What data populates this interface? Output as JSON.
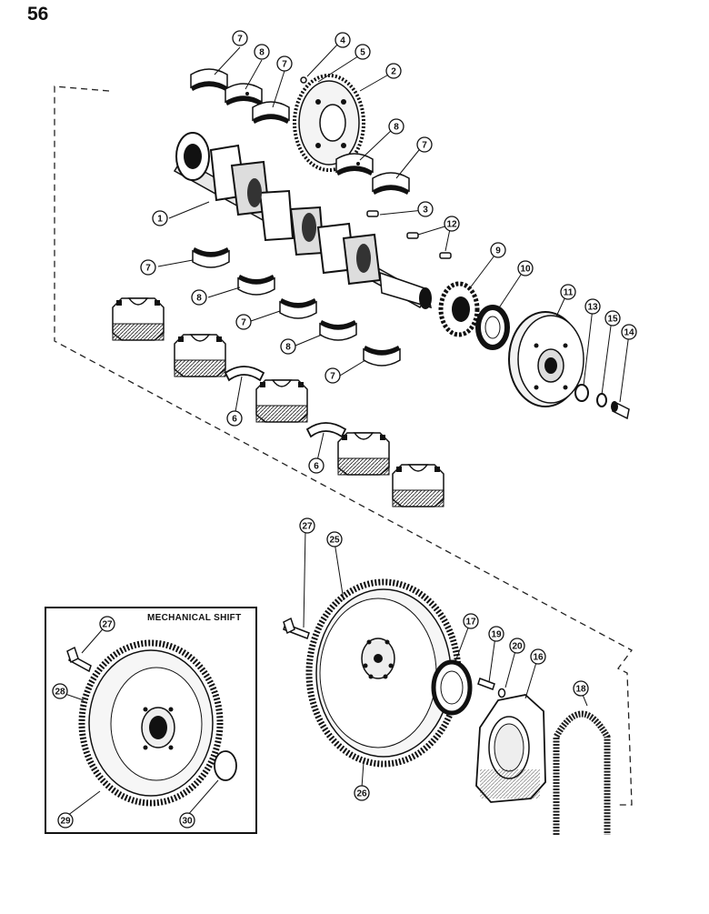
{
  "page": {
    "number": "56"
  },
  "inset": {
    "title": "MECHANICAL SHIFT"
  },
  "callouts": [
    {
      "id": "c1",
      "label": "1"
    },
    {
      "id": "c2",
      "label": "2"
    },
    {
      "id": "c3",
      "label": "3"
    },
    {
      "id": "c4",
      "label": "4"
    },
    {
      "id": "c5",
      "label": "5"
    },
    {
      "id": "c6a",
      "label": "6"
    },
    {
      "id": "c6b",
      "label": "6"
    },
    {
      "id": "c7a",
      "label": "7"
    },
    {
      "id": "c7b",
      "label": "7"
    },
    {
      "id": "c7c",
      "label": "7"
    },
    {
      "id": "c7d",
      "label": "7"
    },
    {
      "id": "c7e",
      "label": "7"
    },
    {
      "id": "c7f",
      "label": "7"
    },
    {
      "id": "c8a",
      "label": "8"
    },
    {
      "id": "c8b",
      "label": "8"
    },
    {
      "id": "c8c",
      "label": "8"
    },
    {
      "id": "c8d",
      "label": "8"
    },
    {
      "id": "c9",
      "label": "9"
    },
    {
      "id": "c10",
      "label": "10"
    },
    {
      "id": "c11",
      "label": "11"
    },
    {
      "id": "c12",
      "label": "12"
    },
    {
      "id": "c13",
      "label": "13"
    },
    {
      "id": "c14",
      "label": "14"
    },
    {
      "id": "c15",
      "label": "15"
    },
    {
      "id": "c16",
      "label": "16"
    },
    {
      "id": "c17",
      "label": "17"
    },
    {
      "id": "c18",
      "label": "18"
    },
    {
      "id": "c19",
      "label": "19"
    },
    {
      "id": "c20",
      "label": "20"
    },
    {
      "id": "c25",
      "label": "25"
    },
    {
      "id": "c26",
      "label": "26"
    },
    {
      "id": "c27a",
      "label": "27"
    },
    {
      "id": "c27b",
      "label": "27"
    },
    {
      "id": "c28",
      "label": "28"
    },
    {
      "id": "c29",
      "label": "29"
    },
    {
      "id": "c30",
      "label": "30"
    }
  ]
}
